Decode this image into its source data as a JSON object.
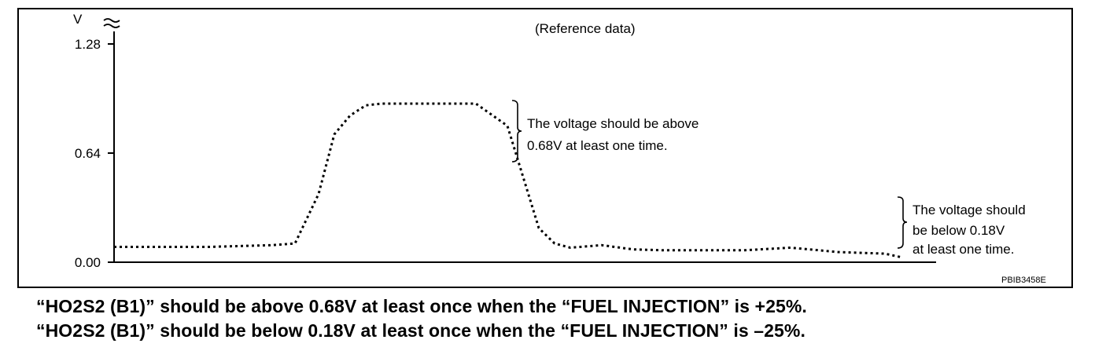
{
  "chart_data": {
    "type": "line",
    "title": "(Reference data)",
    "ylabel": "V",
    "ylim": [
      0,
      1.28
    ],
    "yticks": [
      "1.28",
      "0.64",
      "0.00"
    ],
    "y_tick_values": [
      1.28,
      0.64,
      0.0
    ],
    "x": [
      0,
      4,
      8,
      12,
      16,
      20,
      23,
      26,
      28,
      30,
      32,
      34,
      36,
      40,
      46,
      50,
      52,
      54,
      56,
      58,
      62,
      66,
      70,
      74,
      80,
      86,
      92,
      98,
      100
    ],
    "series": [
      {
        "values": [
          0.09,
          0.09,
          0.09,
          0.09,
          0.095,
          0.1,
          0.11,
          0.4,
          0.75,
          0.86,
          0.92,
          0.93,
          0.93,
          0.93,
          0.93,
          0.8,
          0.5,
          0.2,
          0.11,
          0.085,
          0.1,
          0.075,
          0.07,
          0.07,
          0.07,
          0.085,
          0.06,
          0.05,
          0.03
        ]
      }
    ],
    "annotations": [
      "The voltage should be above",
      "0.68V at least one time.",
      "The voltage should",
      "be below 0.18V",
      "at least one time."
    ],
    "figure_id": "PBIB3458E",
    "grid": false
  },
  "captions": [
    "“HO2S2 (B1)” should be above 0.68V at least once when the “FUEL INJECTION” is +25%.",
    "“HO2S2 (B1)” should be below 0.18V at least once when the “FUEL INJECTION” is –25%."
  ]
}
